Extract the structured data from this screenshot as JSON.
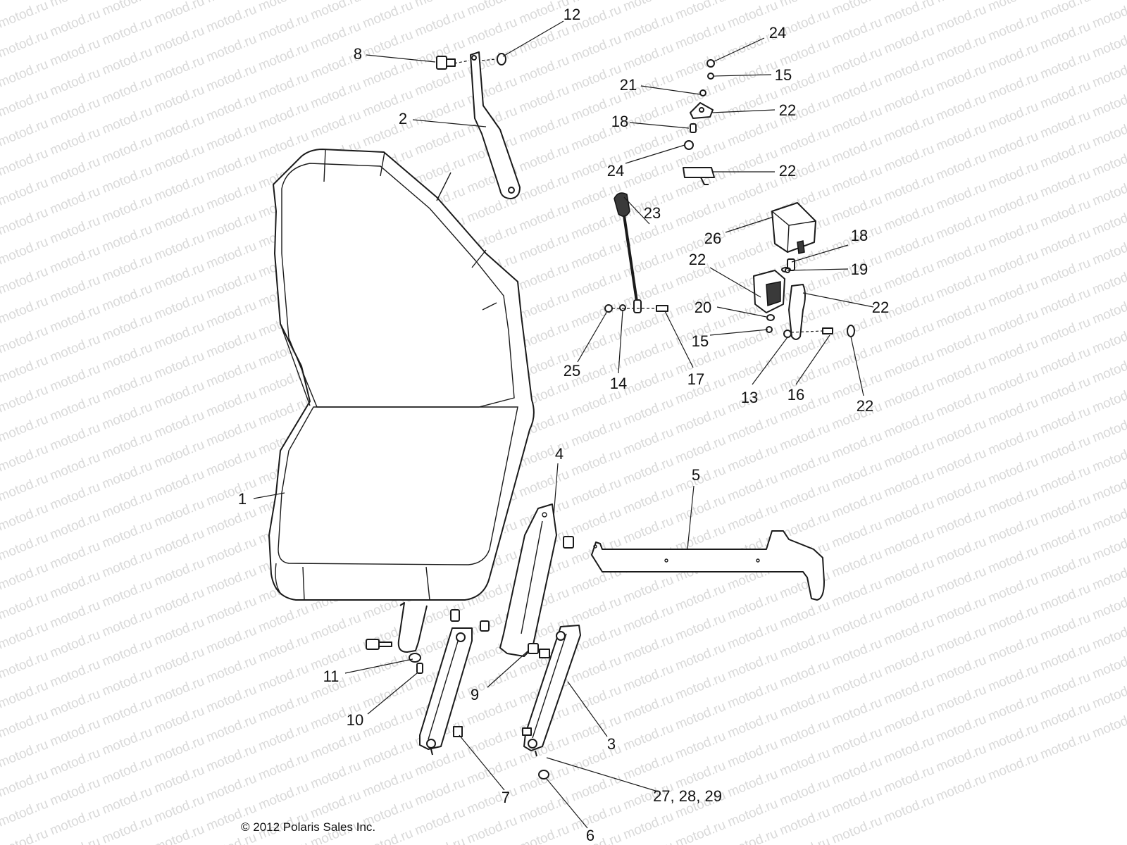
{
  "diagram": {
    "watermark_text": "motod.ru",
    "copyright": "© 2012 Polaris Sales Inc.",
    "callouts": [
      {
        "id": "c12",
        "label": "12"
      },
      {
        "id": "c8",
        "label": "8"
      },
      {
        "id": "c2",
        "label": "2"
      },
      {
        "id": "c24a",
        "label": "24"
      },
      {
        "id": "c15a",
        "label": "15"
      },
      {
        "id": "c21",
        "label": "21"
      },
      {
        "id": "c22a",
        "label": "22"
      },
      {
        "id": "c18a",
        "label": "18"
      },
      {
        "id": "c24b",
        "label": "24"
      },
      {
        "id": "c22b",
        "label": "22"
      },
      {
        "id": "c23",
        "label": "23"
      },
      {
        "id": "c26",
        "label": "26"
      },
      {
        "id": "c18b",
        "label": "18"
      },
      {
        "id": "c22c",
        "label": "22"
      },
      {
        "id": "c19",
        "label": "19"
      },
      {
        "id": "c20",
        "label": "20"
      },
      {
        "id": "c22d",
        "label": "22"
      },
      {
        "id": "c15b",
        "label": "15"
      },
      {
        "id": "c25",
        "label": "25"
      },
      {
        "id": "c14",
        "label": "14"
      },
      {
        "id": "c17",
        "label": "17"
      },
      {
        "id": "c13",
        "label": "13"
      },
      {
        "id": "c16",
        "label": "16"
      },
      {
        "id": "c22e",
        "label": "22"
      },
      {
        "id": "c4",
        "label": "4"
      },
      {
        "id": "c5",
        "label": "5"
      },
      {
        "id": "c1",
        "label": "1"
      },
      {
        "id": "c11",
        "label": "11"
      },
      {
        "id": "c9",
        "label": "9"
      },
      {
        "id": "c10",
        "label": "10"
      },
      {
        "id": "c3",
        "label": "3"
      },
      {
        "id": "c7",
        "label": "7"
      },
      {
        "id": "c272829",
        "label": "27, 28, 29"
      },
      {
        "id": "c6",
        "label": "6"
      }
    ]
  }
}
